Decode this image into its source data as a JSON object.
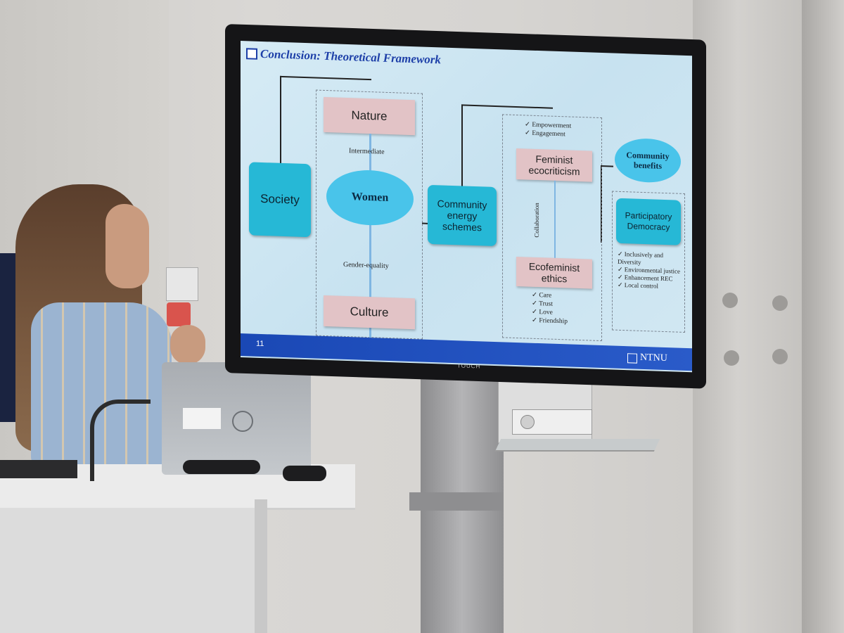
{
  "slide": {
    "title": "Conclusion: Theoretical Framework",
    "page_number": "11",
    "brand": "NTNU",
    "nodes": {
      "society": "Society",
      "nature": "Nature",
      "women": "Women",
      "culture": "Culture",
      "community_energy": "Community energy schemes",
      "feminist_ecocriticism": "Feminist ecocriticism",
      "ecofeminist_ethics": "Ecofeminist ethics",
      "community_benefits": "Community benefits",
      "participatory_democracy": "Participatory Democracy"
    },
    "edge_labels": {
      "intermediate": "Intermediate",
      "gender_equality": "Gender-equality",
      "collaboration": "Collaboration"
    },
    "top_checks": [
      "Empowerment",
      "Engagement"
    ],
    "ethics_checks": [
      "Care",
      "Trust",
      "Love",
      "Friendship"
    ],
    "democracy_checks": [
      "Inclusively and Diversity",
      "Environmental justice",
      "Enhancement REC",
      "Local control"
    ]
  },
  "display": {
    "bezel_brand": "TOUCH"
  }
}
